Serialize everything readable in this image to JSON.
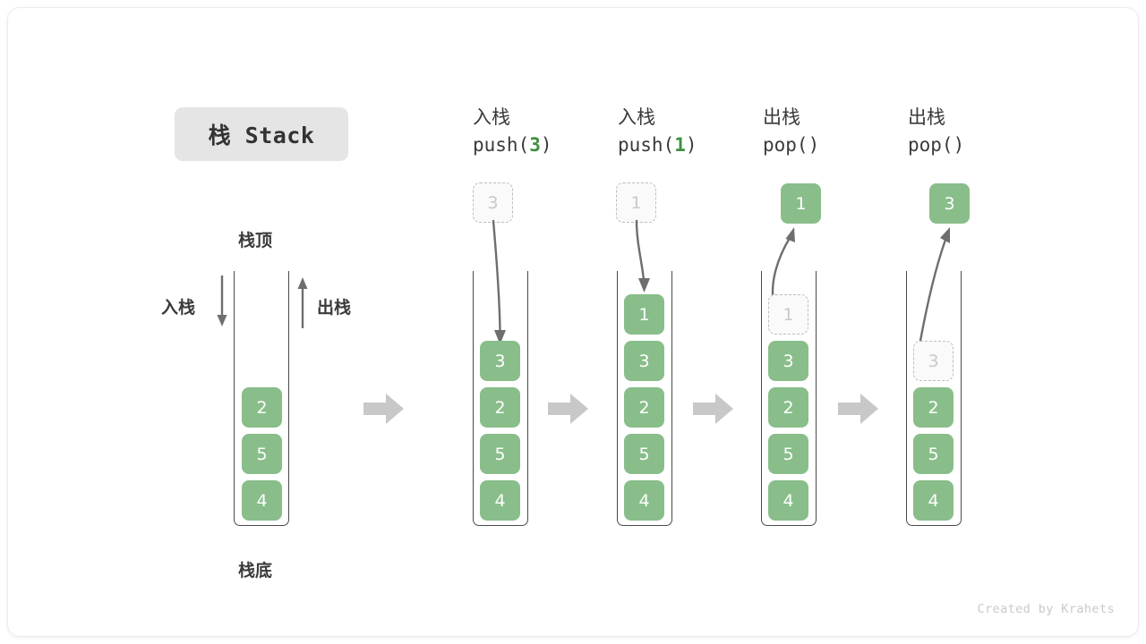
{
  "title": {
    "text": "栈 Stack"
  },
  "colors": {
    "cell_green": "#89be8a",
    "accent_green": "#3f8f3f",
    "ghost_border": "#bdbdbd",
    "ghost_fill": "#fafafa",
    "wall": "#4a4a4a",
    "arrow_gray": "#6e6e6e",
    "chevron_gray": "#c8c8c8",
    "chip_bg": "#e5e5e5",
    "text_dark": "#3a3a3a",
    "credit_gray": "#c9c9c9"
  },
  "base_stack": {
    "top_label": "栈顶",
    "bottom_label": "栈底",
    "push_label": "入栈",
    "pop_label": "出栈",
    "cells": [
      "2",
      "5",
      "4"
    ]
  },
  "steps": [
    {
      "id": "push-3",
      "header_cn": "入栈",
      "header_code_prefix": "push(",
      "header_code_arg": "3",
      "header_code_suffix": ")",
      "floating": {
        "value": "3",
        "style": "ghost"
      },
      "arrow": "down-into-stack",
      "cells": [
        {
          "value": "3",
          "style": "solid"
        },
        {
          "value": "2",
          "style": "solid"
        },
        {
          "value": "5",
          "style": "solid"
        },
        {
          "value": "4",
          "style": "solid"
        }
      ]
    },
    {
      "id": "push-1",
      "header_cn": "入栈",
      "header_code_prefix": "push(",
      "header_code_arg": "1",
      "header_code_suffix": ")",
      "floating": {
        "value": "1",
        "style": "ghost"
      },
      "arrow": "down-into-stack",
      "cells": [
        {
          "value": "1",
          "style": "solid"
        },
        {
          "value": "3",
          "style": "solid"
        },
        {
          "value": "2",
          "style": "solid"
        },
        {
          "value": "5",
          "style": "solid"
        },
        {
          "value": "4",
          "style": "solid"
        }
      ]
    },
    {
      "id": "pop-1",
      "header_cn": "出栈",
      "header_code_prefix": "pop(",
      "header_code_arg": "",
      "header_code_suffix": ")",
      "floating": {
        "value": "1",
        "style": "solid"
      },
      "arrow": "up-out-of-stack",
      "cells": [
        {
          "value": "1",
          "style": "ghost"
        },
        {
          "value": "3",
          "style": "solid"
        },
        {
          "value": "2",
          "style": "solid"
        },
        {
          "value": "5",
          "style": "solid"
        },
        {
          "value": "4",
          "style": "solid"
        }
      ]
    },
    {
      "id": "pop-3",
      "header_cn": "出栈",
      "header_code_prefix": "pop(",
      "header_code_arg": "",
      "header_code_suffix": ")",
      "floating": {
        "value": "3",
        "style": "solid"
      },
      "arrow": "up-out-of-stack",
      "cells": [
        {
          "value": "3",
          "style": "ghost"
        },
        {
          "value": "2",
          "style": "solid"
        },
        {
          "value": "5",
          "style": "solid"
        },
        {
          "value": "4",
          "style": "solid"
        }
      ]
    }
  ],
  "credit": {
    "text": "Created by Krahets"
  }
}
